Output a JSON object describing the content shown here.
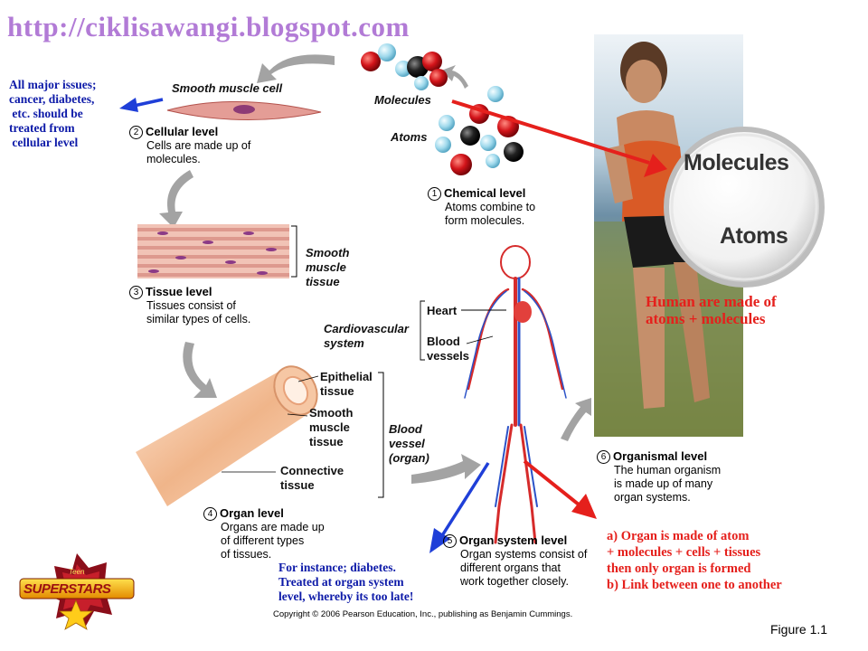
{
  "header": {
    "url": "http://ciklisawangi.blogspot.com"
  },
  "notes": {
    "left_note": [
      "All major issues;",
      "cancer, diabetes,",
      " etc. should be",
      "treated from",
      " cellular level"
    ],
    "human_note": [
      "Human are made of",
      "atoms + molecules"
    ],
    "diabetes_note": [
      "For instance; diabetes.",
      "Treated at organ system",
      "level, whereby its too late!"
    ],
    "organ_note": [
      "a) Organ is made of atom",
      "+ molecules + cells + tissues",
      "then only organ is formed",
      "b) Link between one to another"
    ]
  },
  "labels": {
    "smooth_muscle_cell": "Smooth muscle cell",
    "molecules": "Molecules",
    "atoms": "Atoms",
    "smooth_muscle_tissue": [
      "Smooth",
      "muscle",
      "tissue"
    ],
    "heart": "Heart",
    "cardiovascular_system": [
      "Cardiovascular",
      "system"
    ],
    "blood_vessels": [
      "Blood",
      "vessels"
    ],
    "epithelial_tissue": [
      "Epithelial",
      "tissue"
    ],
    "smooth_muscle_tissue_2": [
      "Smooth",
      "muscle",
      "tissue"
    ],
    "connective_tissue": [
      "Connective",
      "tissue"
    ],
    "blood_vessel_organ": [
      "Blood",
      "vessel",
      "(organ)"
    ],
    "magnifier_molecules": "Molecules",
    "magnifier_atoms": "Atoms"
  },
  "levels": [
    {
      "number": "1",
      "title": "Chemical level",
      "desc": [
        "Atoms combine to",
        "form molecules."
      ]
    },
    {
      "number": "2",
      "title": "Cellular level",
      "desc": [
        "Cells are made up of",
        "molecules."
      ]
    },
    {
      "number": "3",
      "title": "Tissue level",
      "desc": [
        "Tissues consist of",
        "similar types of cells."
      ]
    },
    {
      "number": "4",
      "title": "Organ level",
      "desc": [
        "Organs are made up",
        "of different types",
        "of tissues."
      ]
    },
    {
      "number": "5",
      "title": "Organ system level",
      "desc": [
        "Organ systems consist of",
        "different organs that",
        "work together closely."
      ]
    },
    {
      "number": "6",
      "title": "Organismal level",
      "desc": [
        "The human organism",
        "is made up of many",
        "organ systems."
      ]
    }
  ],
  "logo": {
    "top": "Teen",
    "main": "SUPERSTARS"
  },
  "footer": {
    "copyright": "Copyright © 2006 Pearson Education, Inc., publishing as Benjamin Cummings.",
    "figure": "Figure 1.1"
  },
  "colors": {
    "blue_note": "#0d1aa8",
    "red_note": "#e5201c",
    "url": "#b27bd6",
    "arrow_gray": "#9a9a9a"
  }
}
